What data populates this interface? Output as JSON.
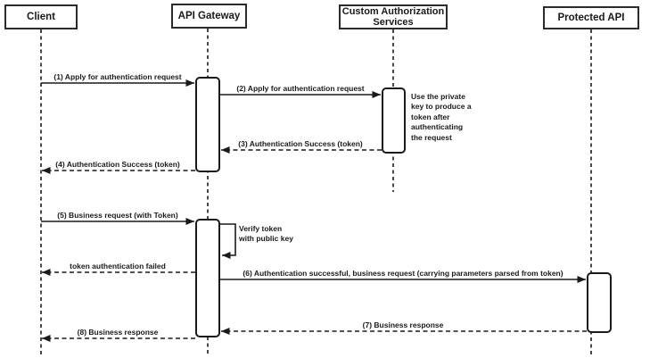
{
  "diagram": {
    "type": "uml-sequence",
    "colors": {
      "background": "#ffffff",
      "line": "#1a1a1a",
      "box_border": "#2b2b2b",
      "box_fill": "#ffffff"
    },
    "participants": [
      {
        "id": "client",
        "label": "Client"
      },
      {
        "id": "api-gateway",
        "label": "API Gateway"
      },
      {
        "id": "custom-authorization-services",
        "label": [
          "Custom Authorization",
          "Services"
        ]
      },
      {
        "id": "protected-api",
        "label": "Protected API"
      }
    ],
    "messages": [
      {
        "label": "(1) Apply for authentication request",
        "from": "Client",
        "to": "API Gateway",
        "line": "solid"
      },
      {
        "label": "(2) Apply for authentication request",
        "from": "API Gateway",
        "to": "Custom Authorization Services",
        "line": "solid"
      },
      {
        "label": "(3) Authentication Success (token)",
        "from": "Custom Authorization Services",
        "to": "API Gateway",
        "line": "dashed"
      },
      {
        "label": "(4) Authentication Success (token)",
        "from": "API Gateway",
        "to": "Client",
        "line": "dashed"
      },
      {
        "label": "(5) Business request (with Token)",
        "from": "Client",
        "to": "API Gateway",
        "line": "solid"
      },
      {
        "label": [
          "Verify token",
          "with public key"
        ],
        "from": "API Gateway",
        "to": "API Gateway",
        "line": "solid",
        "self": true
      },
      {
        "label": "token authentication failed",
        "from": "API Gateway",
        "to": "Client",
        "line": "dashed"
      },
      {
        "label": "(6) Authentication successful, business request (carrying parameters parsed from token)",
        "from": "API Gateway",
        "to": "Protected API",
        "line": "solid"
      },
      {
        "label": "(7) Business response",
        "from": "Protected API",
        "to": "API Gateway",
        "line": "dashed"
      },
      {
        "label": "(8) Business response",
        "from": "API Gateway",
        "to": "Client",
        "line": "dashed"
      }
    ],
    "note": {
      "label": [
        "Use the private",
        "key to produce a",
        "token after",
        "authenticating",
        "the request"
      ],
      "attached_to": "Custom Authorization Services"
    }
  }
}
